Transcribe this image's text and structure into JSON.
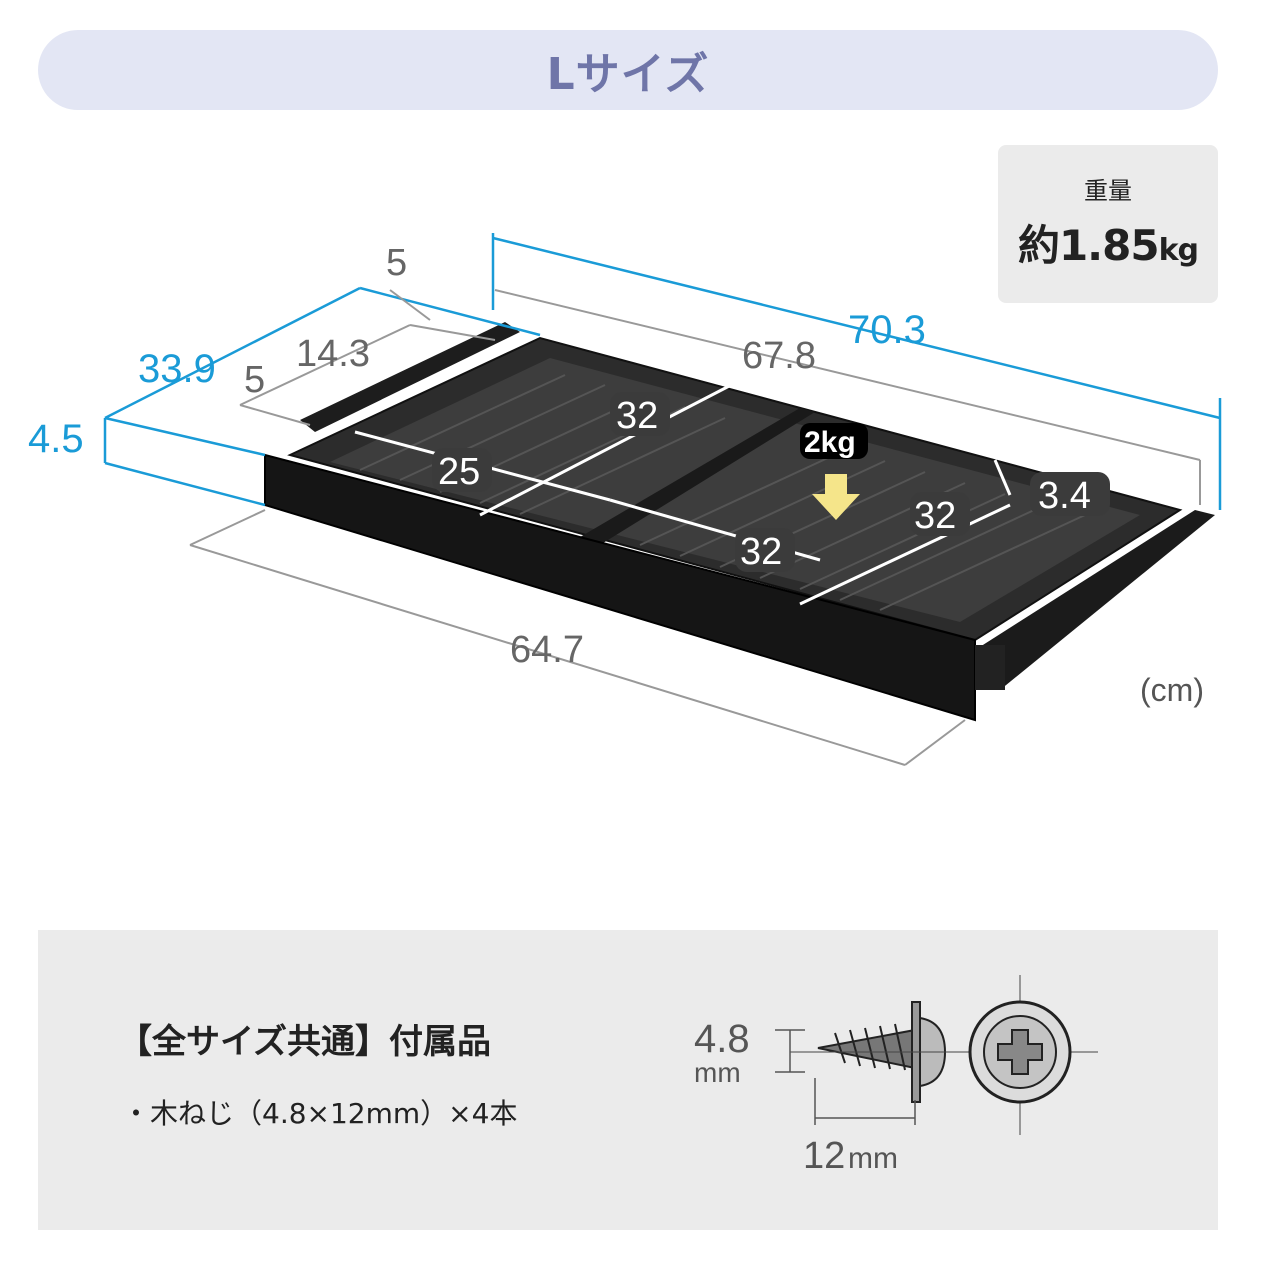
{
  "title": "Lサイズ",
  "weight": {
    "label": "重量",
    "value": "約1.85",
    "unit": "kg"
  },
  "dimensions": {
    "top_5": "5",
    "depth_blue": "33.9",
    "rail_14_3": "14.3",
    "side_5": "5",
    "height_blue": "4.5",
    "outer_width_blue": "70.3",
    "inner_width": "67.8",
    "front_width": "64.7",
    "tray_depth": "25",
    "tray_width_left": "32",
    "tray_width_right": "32",
    "tray_depth_right": "32",
    "inner_height": "3.4",
    "load": "2kg"
  },
  "unit_note": "(cm)",
  "accessories": {
    "heading": "【全サイズ共通】付属品",
    "item": "・木ねじ（4.8×12mm）×4本",
    "screw_diameter": "4.8",
    "screw_diameter_unit": "mm",
    "screw_length": "12",
    "screw_length_unit": "mm"
  }
}
